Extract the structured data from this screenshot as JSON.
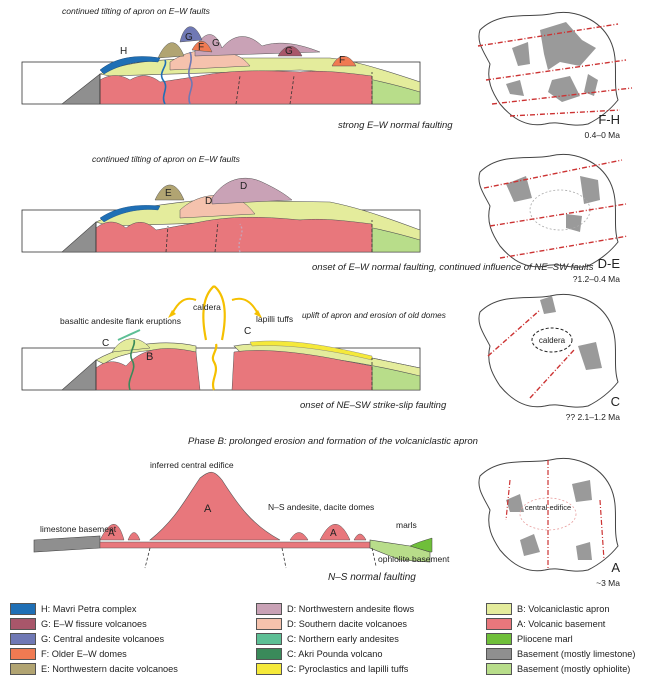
{
  "panels": [
    {
      "id": "fh",
      "stage": "F-H",
      "age": "0.4–0 Ma",
      "caption": "strong E–W normal faulting",
      "note": "continued tilting of apron on E–W faults",
      "labels": [
        "H",
        "G",
        "F",
        "G",
        "G",
        "F"
      ]
    },
    {
      "id": "de",
      "stage": "D-E",
      "age": "?1.2–0.4 Ma",
      "caption": "onset of E–W normal faulting, continued influence of NE–SW faults",
      "note": "continued tilting of apron on E–W faults",
      "labels": [
        "E",
        "D",
        "D"
      ]
    },
    {
      "id": "c",
      "stage": "C",
      "age": "?? 2.1–1.2 Ma",
      "caption": "onset of NE–SW strike-slip faulting",
      "note_left": "basaltic andesite flank eruptions",
      "note_center": "caldera",
      "note_lapilli": "lapilli tuffs",
      "note_right": "uplift of apron and erosion of old domes",
      "map_caldera": "caldera",
      "labels": [
        "C",
        "B",
        "C"
      ]
    },
    {
      "id": "a",
      "stage": "A",
      "age": "~3 Ma",
      "caption": "N–S normal faulting",
      "note_edifice": "inferred central edifice",
      "note_domes": "N–S andesite, dacite domes",
      "note_marls": "marls",
      "note_limestone": "limestone basement",
      "note_ophiolite": "ophiolite basement",
      "map_label": "central edifice",
      "labels": [
        "A",
        "A",
        "A"
      ]
    }
  ],
  "phase_b": "Phase B: prolonged erosion and formation of the volcaniclastic apron",
  "legend": [
    {
      "label": "H: Mavri Petra complex",
      "color": "#1f6fb5"
    },
    {
      "label": "G: E–W fissure volcanoes",
      "color": "#a8566a"
    },
    {
      "label": "G: Central andesite volcanoes",
      "color": "#6f78b4"
    },
    {
      "label": "F: Older E–W domes",
      "color": "#f07a52"
    },
    {
      "label": "E: Northwestern dacite volcanoes",
      "color": "#b1a472"
    },
    {
      "label": "D: Northwestern andesite flows",
      "color": "#c9a2b6"
    },
    {
      "label": "D: Southern dacite volcanoes",
      "color": "#f5c2ad"
    },
    {
      "label": "C: Northern early andesites",
      "color": "#5dbf95"
    },
    {
      "label": "C: Akri Pounda volcano",
      "color": "#3a8a5a"
    },
    {
      "label": "C: Pyroclastics and lapilli tuffs",
      "color": "#f5e93a"
    },
    {
      "label": "B: Volcaniclastic apron",
      "color": "#e4ec9c"
    },
    {
      "label": "A: Volcanic basement",
      "color": "#e8777c"
    },
    {
      "label": "Pliocene marl",
      "color": "#6fbf3a"
    },
    {
      "label": "Basement (mostly limestone)",
      "color": "#8f8f8f"
    },
    {
      "label": "Basement (mostly ophiolite)",
      "color": "#b8dd8a"
    }
  ]
}
